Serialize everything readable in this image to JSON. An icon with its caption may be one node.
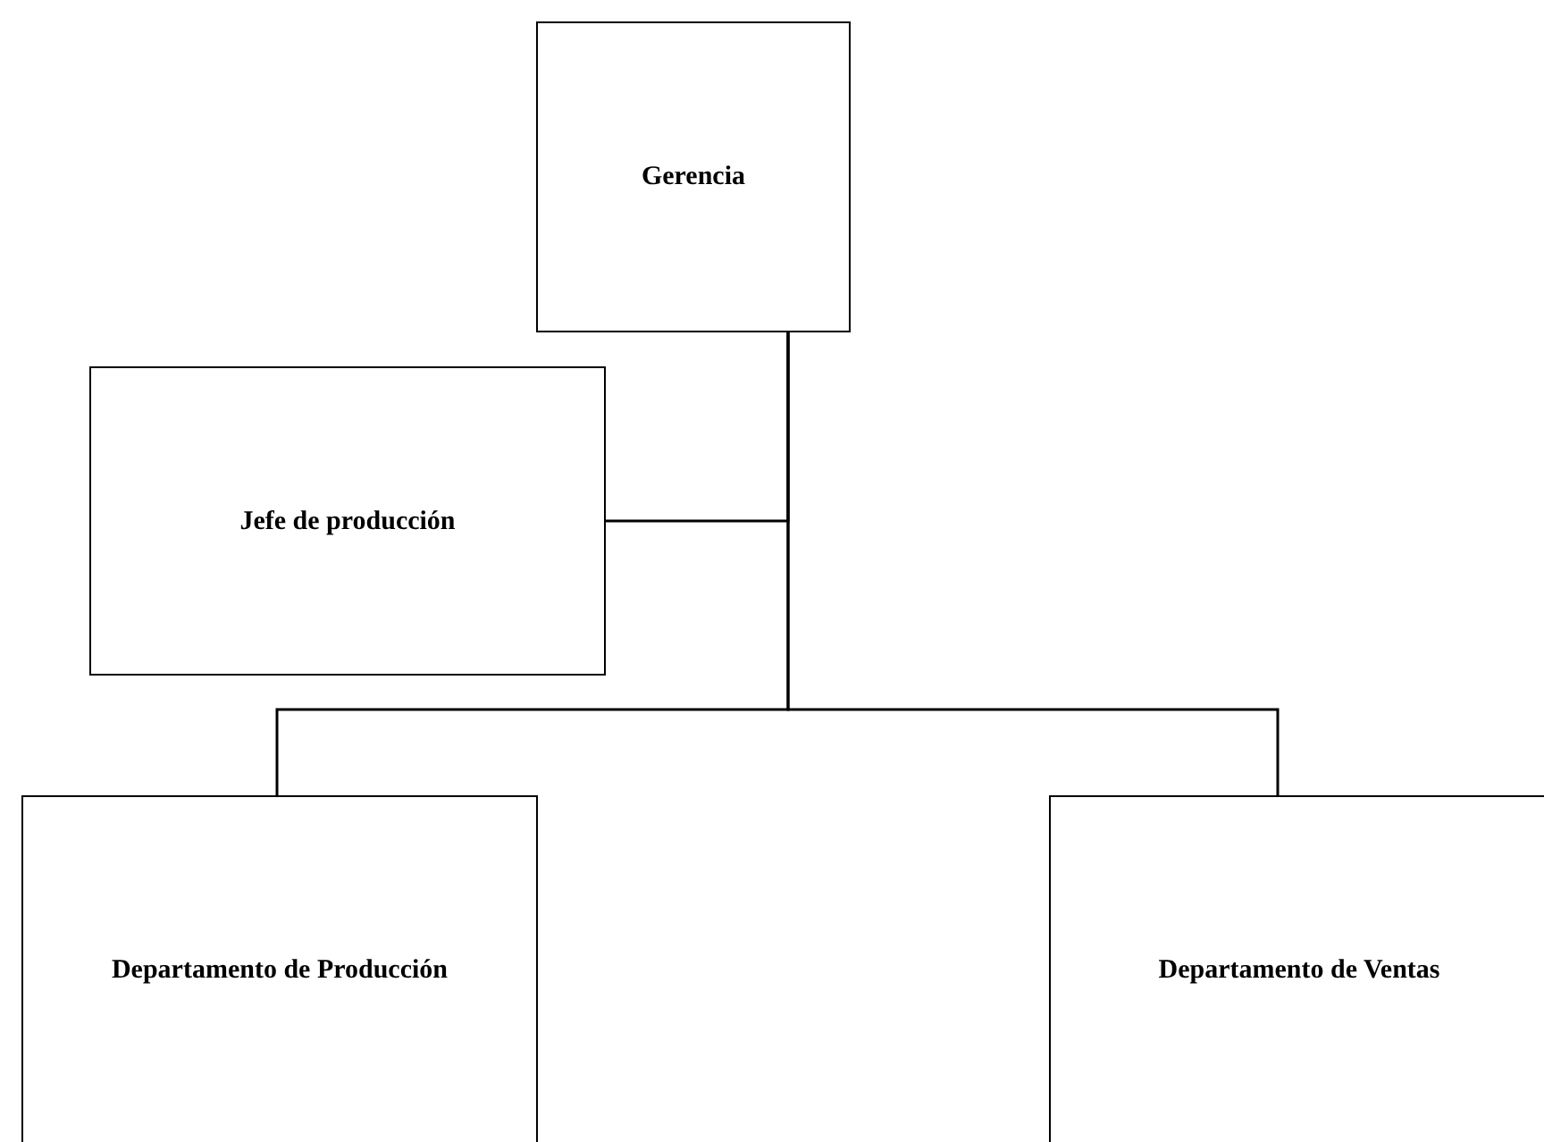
{
  "diagram": {
    "nodes": [
      {
        "text": [
          "Gerencia"
        ]
      },
      {
        "text": [
          "Jefe de producción"
        ]
      },
      {
        "text": [
          "Departamento de Producción"
        ]
      },
      {
        "text": [
          "Departamento de Ventas"
        ]
      }
    ],
    "edges": [
      {
        "from": 0,
        "to": 1,
        "arrow": "none"
      },
      {
        "from": 0,
        "to": 2,
        "arrow": "none"
      },
      {
        "from": 0,
        "to": 3,
        "arrow": "none"
      }
    ]
  }
}
